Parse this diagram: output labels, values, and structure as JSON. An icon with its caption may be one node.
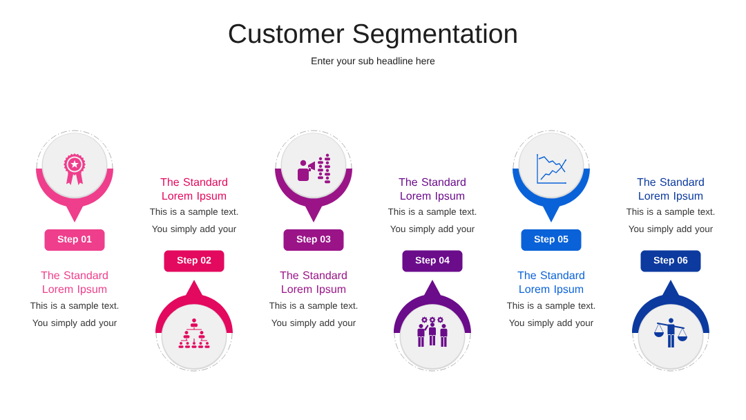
{
  "diagram": {
    "title": "Customer Segmentation",
    "nodes": [
      {
        "text": [
          "Step 01"
        ],
        "beside": [
          "The Standard Lorem Ipsum",
          "This is a sample text. You simply add your"
        ]
      },
      {
        "text": [
          "Step 02"
        ],
        "beside": [
          "The Standard Lorem Ipsum",
          "This is a sample text. You simply add your"
        ]
      },
      {
        "text": [
          "Step 03"
        ],
        "beside": [
          "The Standard Lorem Ipsum",
          "This is a sample text. You simply add your"
        ]
      },
      {
        "text": [
          "Step 04"
        ],
        "beside": [
          "The Standard Lorem Ipsum",
          "This is a sample text. You simply add your"
        ]
      },
      {
        "text": [
          "Step 05"
        ],
        "beside": [
          "The Standard Lorem Ipsum",
          "This is a sample text. You simply add your"
        ]
      },
      {
        "text": [
          "Step 06"
        ],
        "beside": [
          "The Standard Lorem Ipsum",
          "This is a sample text. You simply add your"
        ]
      }
    ],
    "labels": [
      "Enter your sub headline here"
    ]
  }
}
